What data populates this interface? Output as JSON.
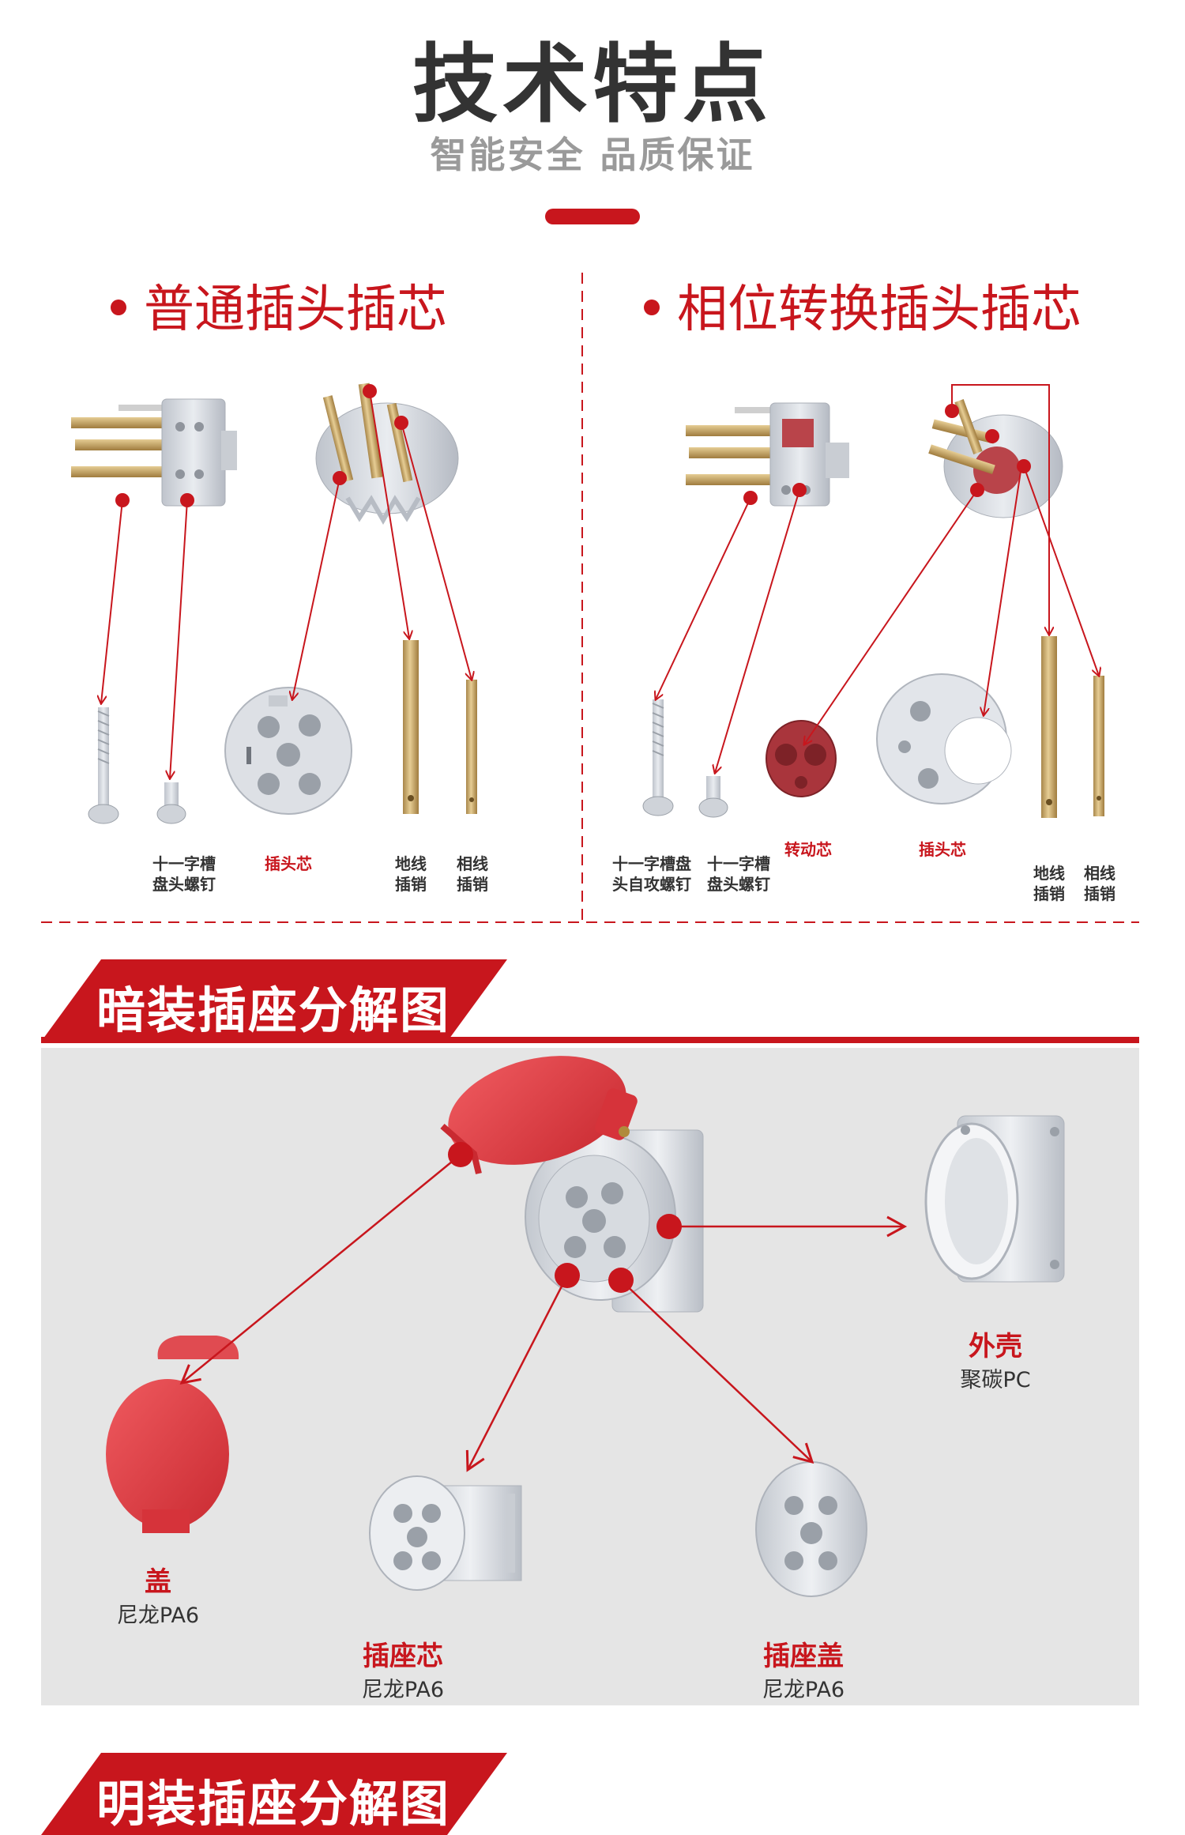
{
  "header": {
    "title": "技术特点",
    "subtitle": "智能安全 品质保证"
  },
  "plug_cores": {
    "left": {
      "heading": "普通插头插芯",
      "labels": {
        "screw": "十一字槽\n盘头螺钉",
        "core": "插头芯",
        "earth_pin": "地线\n插销",
        "phase_pin": "相线\n插销"
      }
    },
    "right": {
      "heading": "相位转换插头插芯",
      "labels": {
        "self_tapping_screw": "十一字槽盘\n头自攻螺钉",
        "screw": "十一字槽\n盘头螺钉",
        "rotating_core": "转动芯",
        "core": "插头芯",
        "earth_pin": "地线\n插销",
        "phase_pin": "相线\n插销"
      }
    }
  },
  "concealed_socket": {
    "banner_title": "暗装插座分解图",
    "parts": {
      "cover": {
        "name": "盖",
        "material": "尼龙PA6"
      },
      "core": {
        "name": "插座芯",
        "material": "尼龙PA6"
      },
      "socket_cover": {
        "name": "插座盖",
        "material": "尼龙PA6"
      },
      "shell": {
        "name": "外壳",
        "material": "聚碳PC"
      }
    }
  },
  "surface_socket": {
    "banner_title": "明装插座分解图"
  },
  "colors": {
    "accent": "#c8161d",
    "title_text": "#333333",
    "subtitle_text": "#9a9a9a",
    "panel_bg": "#e5e5e5",
    "part_red": "#d9353b",
    "part_grey": "#d8dbe0",
    "brass": "#c9a869"
  }
}
